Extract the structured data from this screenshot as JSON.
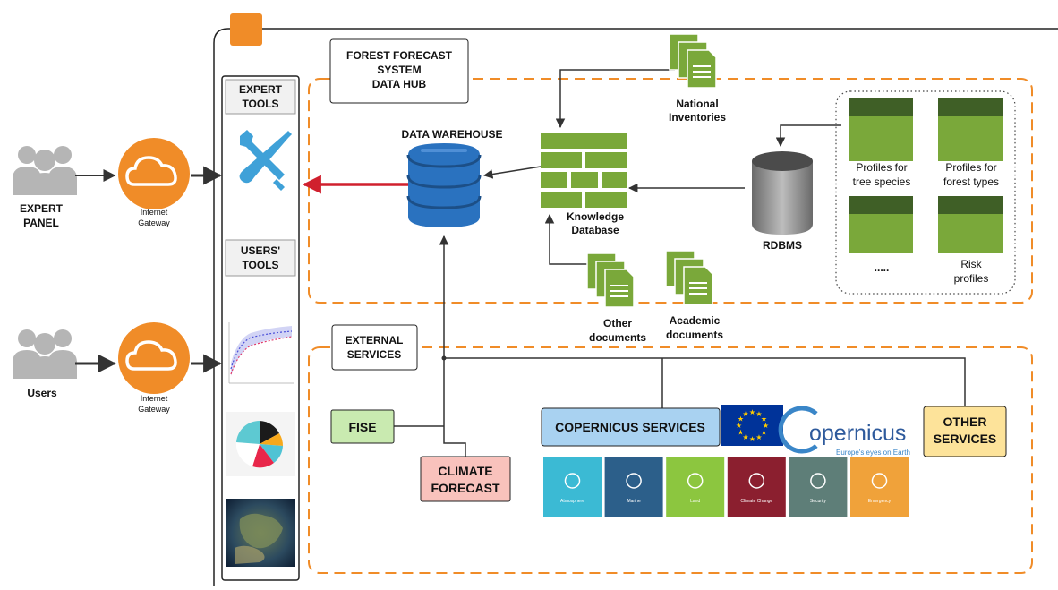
{
  "title": {
    "line1": "FOREST FORECAST",
    "line2": "SYSTEM",
    "line3": "DATA HUB"
  },
  "external_services": {
    "line1": "EXTERNAL",
    "line2": "SERVICES"
  },
  "left": {
    "expert_panel": {
      "line1": "EXPERT",
      "line2": "PANEL"
    },
    "users": "Users",
    "gateway": {
      "line1": "Internet",
      "line2": "Gateway"
    }
  },
  "tools_column": {
    "expert_tools": {
      "line1": "EXPERT",
      "line2": "TOOLS"
    },
    "users_tools": {
      "line1": "USERS'",
      "line2": "TOOLS"
    }
  },
  "hub": {
    "data_warehouse": "DATA WAREHOUSE",
    "knowledge_db": {
      "line1": "Knowledge",
      "line2": "Database"
    },
    "national_inventories": {
      "line1": "National",
      "line2": "Inventories"
    },
    "rdbms": "RDBMS",
    "other_documents": {
      "line1": "Other",
      "line2": "documents"
    },
    "academic_documents": {
      "line1": "Academic",
      "line2": "documents"
    },
    "profiles": [
      {
        "line1": "Profiles for",
        "line2": "tree species"
      },
      {
        "line1": "Profiles for",
        "line2": "forest types"
      },
      {
        "line1": ".....",
        "line2": ""
      },
      {
        "line1": "Risk",
        "line2": "profiles"
      }
    ]
  },
  "external": {
    "fise": "FISE",
    "climate_forecast": {
      "line1": "CLIMATE",
      "line2": "FORECAST"
    },
    "copernicus_services": "COPERNICUS SERVICES",
    "copernicus_logo": {
      "name": "opernicus",
      "tagline": "Europe's eyes on Earth"
    },
    "other_services": {
      "line1": "OTHER",
      "line2": "SERVICES"
    },
    "tiles": [
      {
        "label": "Atmosphere",
        "color": "#3bbad4"
      },
      {
        "label": "Marine",
        "color": "#2c5f8a"
      },
      {
        "label": "Land",
        "color": "#8cc63f"
      },
      {
        "label": "Climate Change",
        "color": "#8b1f2f"
      },
      {
        "label": "Security",
        "color": "#5e7e78"
      },
      {
        "label": "Emergency",
        "color": "#f0a23a"
      }
    ]
  },
  "colors": {
    "orange": "#f08c28",
    "hub_green": "#7aa83a",
    "hub_dark_green": "#3f5f26",
    "warehouse_blue": "#2a72bf",
    "red_arrow": "#d0202e",
    "fise_green": "#c9eab0",
    "climate_pink": "#f9c2bc",
    "copernicus_blue": "#a9d2f1",
    "other_yellow": "#fde39a",
    "eu_blue": "#003399"
  }
}
